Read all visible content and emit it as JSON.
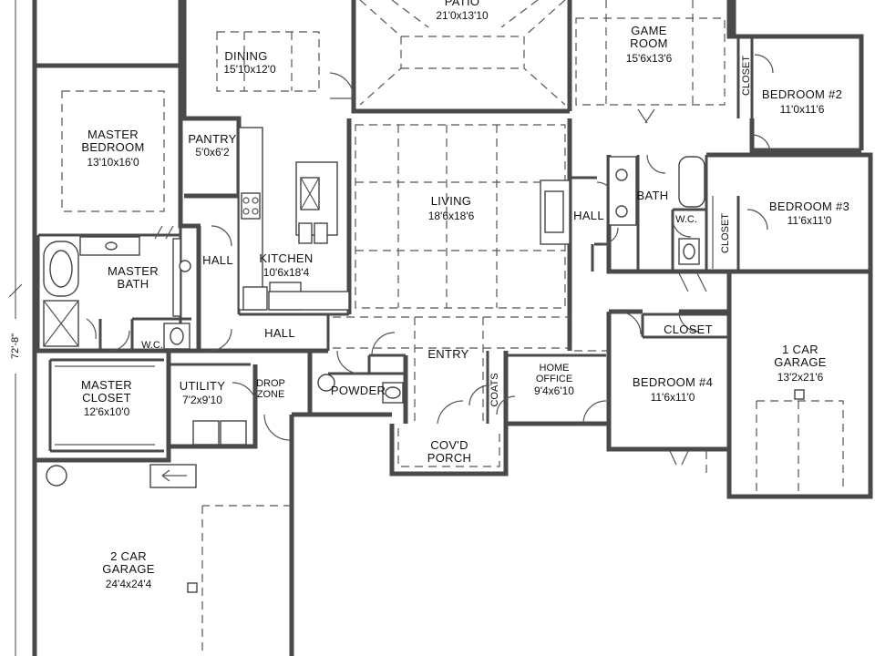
{
  "rooms": {
    "patio": {
      "name": "PATIO",
      "dim": "21'0x13'10"
    },
    "game_room": {
      "name_line1": "GAME",
      "name_line2": "ROOM",
      "dim": "15'6x13'6"
    },
    "dining": {
      "name": "DINING",
      "dim": "15'10x12'0"
    },
    "master_bedroom": {
      "name_line1": "MASTER",
      "name_line2": "BEDROOM",
      "dim": "13'10x16'0"
    },
    "pantry": {
      "name": "PANTRY",
      "dim": "5'0x6'2"
    },
    "living": {
      "name": "LIVING",
      "dim": "18'6x18'6"
    },
    "bedroom2": {
      "name": "BEDROOM #2",
      "dim": "11'0x11'6"
    },
    "bedroom3": {
      "name": "BEDROOM #3",
      "dim": "11'6x11'0"
    },
    "bedroom4": {
      "name": "BEDROOM #4",
      "dim": "11'6x11'0"
    },
    "bath": {
      "name": "BATH"
    },
    "wc_bath": {
      "name": "W.C."
    },
    "master_bath": {
      "name_line1": "MASTER",
      "name_line2": "BATH"
    },
    "master_wc": {
      "name": "W.C."
    },
    "kitchen": {
      "name": "KITCHEN",
      "dim": "10'6x18'4"
    },
    "hall_left": {
      "name": "HALL"
    },
    "hall_center": {
      "name": "HALL"
    },
    "hall_right": {
      "name": "HALL"
    },
    "entry": {
      "name": "ENTRY"
    },
    "home_office": {
      "name_line1": "HOME",
      "name_line2": "OFFICE",
      "dim": "9'4x6'10"
    },
    "coats": {
      "name": "COATS"
    },
    "closet_top": {
      "name": "CLOSET"
    },
    "closet_bed3": {
      "name": "CLOSET"
    },
    "closet_bed4": {
      "name": "CLOSET"
    },
    "one_car_garage": {
      "name_line1": "1 CAR",
      "name_line2": "GARAGE",
      "dim": "13'2x21'6"
    },
    "master_closet": {
      "name_line1": "MASTER",
      "name_line2": "CLOSET",
      "dim": "12'6x10'0"
    },
    "utility": {
      "name": "UTILITY",
      "dim": "7'2x9'10"
    },
    "drop_zone": {
      "name_line1": "DROP",
      "name_line2": "ZONE"
    },
    "powder": {
      "name": "POWDER"
    },
    "covd_porch": {
      "name_line1": "COV'D",
      "name_line2": "PORCH"
    },
    "two_car_garage": {
      "name_line1": "2 CAR",
      "name_line2": "GARAGE",
      "dim": "24'4x24'4"
    }
  },
  "overall_dimension": "72'-8\""
}
